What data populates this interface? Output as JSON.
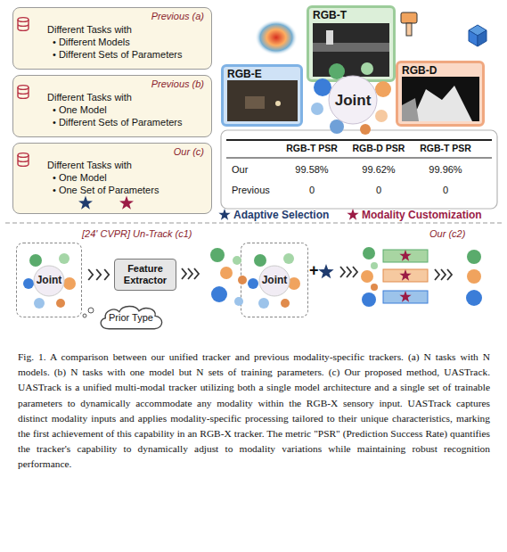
{
  "diagram": {
    "caption": "Fig. 1. A comparison between our unified tracker and previous modality-specific trackers. (a) N tasks with N models. (b) N tasks with one model but N sets of training parameters. (c) Our proposed method, UASTrack. UASTrack is a unified multi-modal tracker utilizing both a single model architecture and a single set of trainable parameters to dynamically accommodate any modality within the RGB-X sensory input. UASTrack captures distinct modality inputs and applies modality-specific processing tailored to their unique characteristics, marking the first achievement of this capability in an RGB-X tracker. The metric \"PSR\" (Prediction Success Rate) quantifies the tracker's capability to dynamically adjust to modality variations while maintaining robust recognition performance.",
    "nodes": [
      {
        "text": [
          "Previous (a)",
          "Different Tasks with",
          "• Different Models",
          "• Different Sets of Parameters"
        ]
      },
      {
        "text": [
          "Previous (b)",
          "Different Tasks with",
          "• One Model",
          "• Different Sets of Parameters"
        ]
      },
      {
        "text": [
          "Our (c)",
          "Different Tasks with",
          "• One Model",
          "• One Set of Parameters"
        ]
      },
      {
        "text": [
          "RGB-E"
        ]
      },
      {
        "text": [
          "RGB-T"
        ]
      },
      {
        "text": [
          "RGB-D"
        ]
      },
      {
        "text": [
          "Joint"
        ]
      },
      {
        "text": [
          "Joint"
        ]
      },
      {
        "text": [
          "Feature Extractor"
        ]
      },
      {
        "text": [
          "Prior Type"
        ]
      },
      {
        "text": [
          "Joint"
        ]
      }
    ],
    "edges": [
      {
        "from": 7,
        "to": 8,
        "arrow": "to"
      }
    ],
    "labels": [
      "RGB-T PSR",
      "RGB-D PSR",
      "RGB-T PSR",
      "Our",
      "99.58%",
      "99.62%",
      "99.96%",
      "Previous",
      "0",
      "0",
      "0",
      "[24' CVPR] Un-Track (c1)",
      "Our (c2)",
      "+"
    ],
    "legend": [
      {
        "text": "Adaptive Selection",
        "color": "#1f3b6e"
      },
      {
        "text": "Modality Customization",
        "color": "#9b1b45"
      }
    ]
  }
}
